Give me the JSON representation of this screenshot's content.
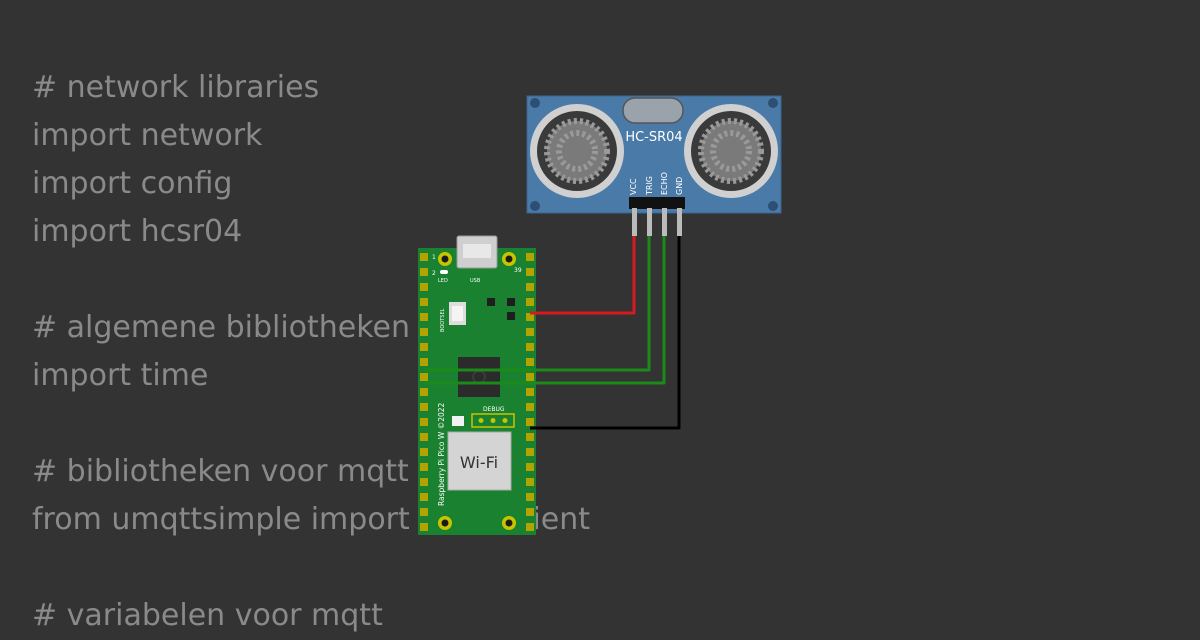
{
  "code_lines": [
    "# network libraries",
    "import network",
    "import config",
    "import hcsr04",
    "",
    "# algemene bibliotheken",
    "import time",
    "",
    "# bibliotheken voor mqtt",
    "from umqttsimple import MQTTClient",
    "",
    "# variabelen voor mqtt"
  ],
  "sensor": {
    "name": "HC-SR04",
    "pins": [
      "VCC",
      "TRIG",
      "ECHO",
      "GND"
    ],
    "color": "#4a7aa8"
  },
  "pico": {
    "board_text": "Raspberry Pi Pico W ©2022",
    "wifi": "Wi-Fi",
    "led": "LED",
    "usb": "USB",
    "bootsel": "BOOTSEL",
    "debug": "DEBUG",
    "pin_1": "1",
    "pin_2": "2",
    "pin_39": "39",
    "color": "#19812f"
  },
  "wires": {
    "vcc": "#d71920",
    "trig": "#1a8a1a",
    "echo": "#1a8a1a",
    "gnd": "#000000"
  }
}
